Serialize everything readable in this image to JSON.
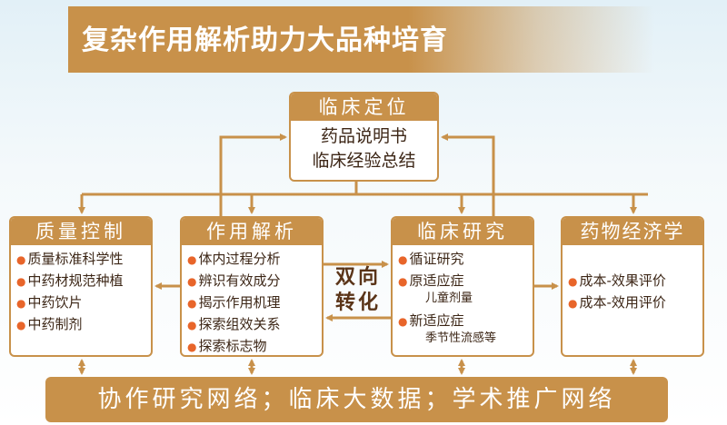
{
  "title": "复杂作用解析助力大品种培育",
  "top": {
    "header": "临床定位",
    "lines": [
      "药品说明书",
      "临床经验总结"
    ]
  },
  "boxes": [
    {
      "header": "质量控制",
      "items": [
        {
          "text": "质量标准科学性"
        },
        {
          "text": "中药材规范种植"
        },
        {
          "text": "中药饮片"
        },
        {
          "text": "中药制剂"
        }
      ]
    },
    {
      "header": "作用解析",
      "items": [
        {
          "text": "体内过程分析"
        },
        {
          "text": "辨识有效成分"
        },
        {
          "text": "揭示作用机理"
        },
        {
          "text": "探索组效关系"
        },
        {
          "text": "探索标志物"
        }
      ]
    },
    {
      "header": "临床研究",
      "items": [
        {
          "text": "循证研究"
        },
        {
          "text": "原适应症",
          "sub": "儿童剂量"
        },
        {
          "text": "新适应症",
          "sub": "季节性流感等"
        }
      ]
    },
    {
      "header": "药物经济学",
      "items": [
        {
          "text": "成本-效果评价"
        },
        {
          "text": "成本-效用评价"
        }
      ]
    }
  ],
  "bidirectional": [
    "双向",
    "转化"
  ],
  "bottom": "协作研究网络；临床大数据；学术推广网络",
  "colors": {
    "accent": "#c8914a",
    "bullet": "#e8652a",
    "text": "#3c2616"
  }
}
